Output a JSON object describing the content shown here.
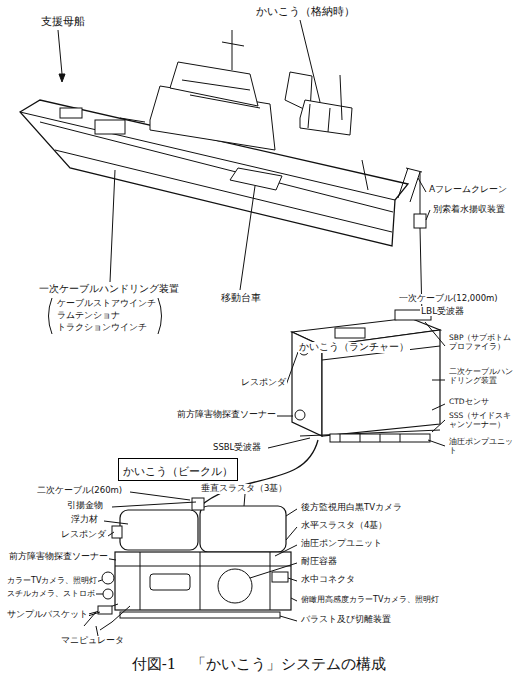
{
  "diagram": {
    "caption": "付図-1　「かいこう」システムの構成",
    "nodes": [
      {
        "text": [
          "かいこう（ビークル）"
        ]
      }
    ],
    "edges": [],
    "labels": [
      "支援母船",
      "かいこう（格納時）",
      "Aフレームクレーン",
      "別索着水揚収装置",
      "一次ケーブルハンドリング装置",
      "ケーブルストアウインチ",
      "ラムテンショナ",
      "トラクションウインチ",
      "移動台車",
      "一次ケーブル(12,000m)",
      "LBL受波器",
      "かいこう（ランチャー）",
      "SBP（サブボトムプロファイラ）",
      "レスポンダ",
      "二次ケーブルハンドリング装置",
      "前方障害物探査ソーナー",
      "CTDセンサ",
      "SSS（サイドスキャンソーナー）",
      "SSBL受波器",
      "油圧ポンプユニット",
      "二次ケーブル(260m)",
      "引揚金物",
      "浮力材",
      "レスポンダ",
      "前方障害物探査ソーナー",
      "カラーTVカメラ、照明灯",
      "スチルカメラ、ストロボ",
      "サンプルバスケット",
      "マニピュレータ",
      "垂直スラスタ（3基）",
      "後方監視用白黒TVカメラ",
      "水平スラスタ（4基）",
      "油圧ポンプユニット",
      "耐圧容器",
      "水中コネクタ",
      "俯瞰用高感度カラーTVカメラ、照明灯",
      "バラスト及び切離装置"
    ]
  }
}
